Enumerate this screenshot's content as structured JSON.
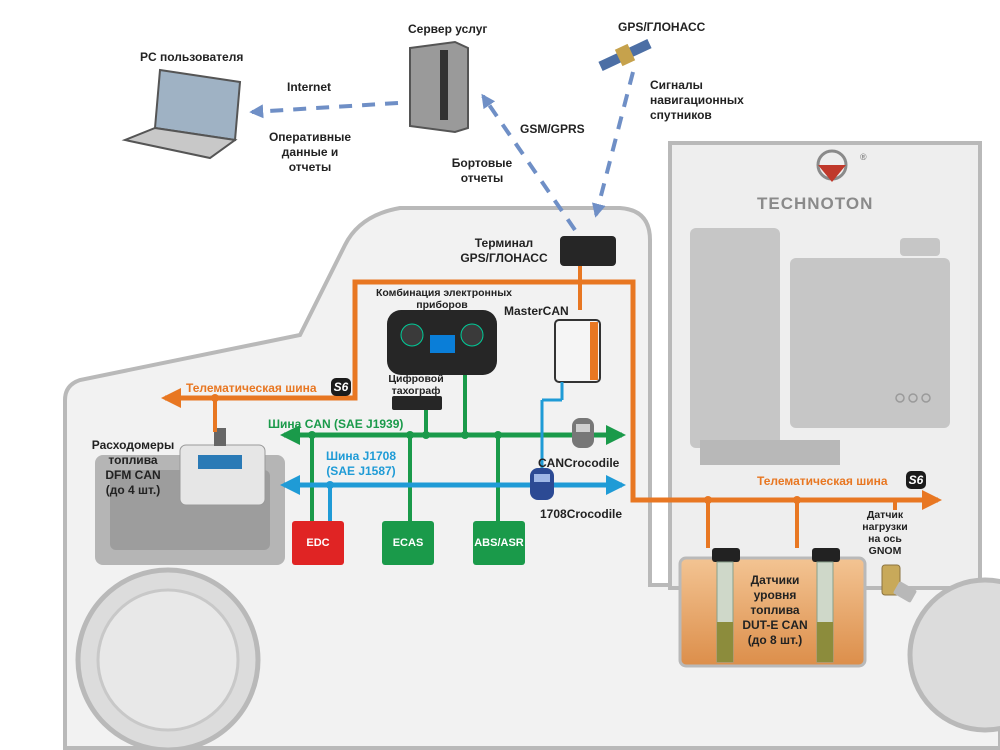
{
  "labels": {
    "pc_user": "PC пользователя",
    "server": "Сервер услуг",
    "gps": "GPS/ГЛОНАСС",
    "internet": "Internet",
    "operative": [
      "Оперативные",
      "данные и",
      "отчеты"
    ],
    "gsm": "GSM/GPRS",
    "onboard_reports": [
      "Бортовые",
      "отчеты"
    ],
    "satellite_signals": [
      "Сигналы",
      "навигационных",
      "спутников"
    ],
    "terminal": [
      "Терминал",
      "GPS/ГЛОНАСС"
    ],
    "dashboard": [
      "Комбинация электронных",
      "приборов"
    ],
    "mastercan": "MasterCAN",
    "tachograph": [
      "Цифровой",
      "тахограф"
    ],
    "telematics_bus": "Телематическая шина",
    "can_bus": "Шина CAN (SAE J1939)",
    "j1708_bus": [
      "Шина J1708",
      "(SAE J1587)"
    ],
    "fuel_meters": [
      "Расходомеры",
      "топлива",
      "DFM CAN",
      "(до 4 шт.)"
    ],
    "can_crocodile": "CANCrocodile",
    "crocodile_1708": "1708Crocodile",
    "edc": "EDC",
    "ecas": "ECAS",
    "abs_asr": "ABS/ASR",
    "axle_sensor": [
      "Датчик",
      "нагрузки",
      "на ось",
      "GNOM"
    ],
    "level_sensors": [
      "Датчики",
      "уровня",
      "топлива",
      "DUT-E CAN",
      "(до 8 шт.)"
    ],
    "s6_badge": "S6"
  },
  "brand": {
    "name": "TECHNOTON",
    "registered_mark": "®"
  },
  "colors": {
    "telematics": "#e87722",
    "can": "#1a9a4a",
    "j1708": "#1f9bd6",
    "dashed_link": "#6f8fc6",
    "edc_box": "#e02424",
    "ecas_box": "#1a9a4a",
    "abs_box": "#1a9a4a",
    "fuel_tank": "#e8a257"
  }
}
